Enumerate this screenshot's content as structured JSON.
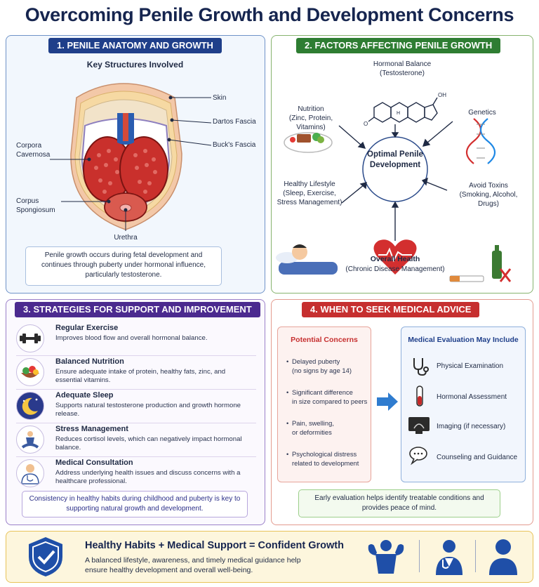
{
  "title": "Overcoming Penile Growth and Development Concerns",
  "panel1": {
    "header": "1. PENILE ANATOMY AND GROWTH",
    "subheader": "Key Structures Involved",
    "labels": {
      "skin": "Skin",
      "dartos": "Dartos Fascia",
      "bucks": "Buck's Fascia",
      "corpora": "Corpora\nCavernosa",
      "spongiosum": "Corpus\nSpongiosum",
      "urethra": "Urethra"
    },
    "note": "Penile growth occurs during fetal development and continues through puberty under hormonal influence, particularly testosterone."
  },
  "panel2": {
    "header": "2. FACTORS AFFECTING PENILE GROWTH",
    "center": "Optimal Penile Development",
    "hormonal": "Hormonal Balance\n(Testosterone)",
    "nutrition": "Nutrition\n(Zinc, Protein,\nVitamins)",
    "genetics": "Genetics",
    "lifestyle": "Healthy Lifestyle\n(Sleep, Exercise,\nStress Management)",
    "toxins": "Avoid Toxins\n(Smoking, Alcohol,\nDrugs)",
    "health_title": "Overall Health",
    "health_sub": "(Chronic Disease Management)",
    "molecule_oh": "OH",
    "molecule_o": "O",
    "molecule_h": "H"
  },
  "panel3": {
    "header": "3. STRATEGIES FOR SUPPORT AND IMPROVEMENT",
    "items": [
      {
        "title": "Regular Exercise",
        "desc": "Improves blood flow and overall hormonal balance.",
        "icon": "dumbbell-icon"
      },
      {
        "title": "Balanced Nutrition",
        "desc": "Ensure adequate intake of protein, healthy fats, zinc, and essential vitamins.",
        "icon": "food-bowl-icon"
      },
      {
        "title": "Adequate Sleep",
        "desc": "Supports natural testosterone production and growth hormone release.",
        "icon": "moon-icon"
      },
      {
        "title": "Stress Management",
        "desc": "Reduces cortisol levels, which can negatively impact hormonal balance.",
        "icon": "meditation-icon"
      },
      {
        "title": "Medical Consultation",
        "desc": "Address underlying health issues and discuss concerns with a healthcare professional.",
        "icon": "doctor-icon"
      }
    ],
    "note": "Consistency in healthy habits during childhood and puberty is key to supporting natural growth and development."
  },
  "panel4": {
    "header": "4. WHEN TO SEEK MEDICAL ADVICE",
    "concerns_title": "Potential Concerns",
    "concerns": [
      "Delayed puberty\n(no signs by age 14)",
      "Significant difference\nin size compared to peers",
      "Pain, swelling,\nor deformities",
      "Psychological distress\nrelated to development"
    ],
    "eval_title": "Medical Evaluation May Include",
    "evals": [
      {
        "label": "Physical Examination",
        "icon": "stethoscope-icon"
      },
      {
        "label": "Hormonal Assessment",
        "icon": "test-tube-icon"
      },
      {
        "label": "Imaging (if necessary)",
        "icon": "ultrasound-monitor-icon"
      },
      {
        "label": "Counseling and Guidance",
        "icon": "chat-bubbles-icon"
      }
    ],
    "note": "Early evaluation helps identify treatable conditions and provides peace of mind."
  },
  "footer": {
    "headline": "Healthy Habits + Medical Support = Confident Growth",
    "text": "A balanced lifestyle, awareness, and timely medical guidance help ensure healthy development and overall well-being.",
    "icons": [
      "shield-check-icon",
      "strong-person-icon",
      "doctor-icon",
      "person-icon"
    ]
  },
  "colors": {
    "navy": "#16254f",
    "blue_header": "#1f3f8a",
    "green_header": "#2e7d32",
    "purple_header": "#4b2a8f",
    "red_header": "#c62f2f",
    "footer_bg": "#fdf6dd"
  }
}
